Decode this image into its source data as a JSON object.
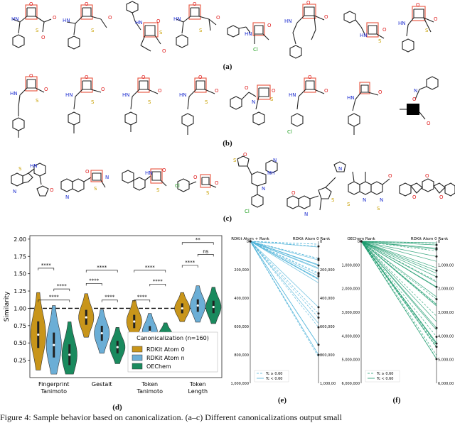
{
  "panel_labels": {
    "a": "(a)",
    "b": "(b)",
    "c": "(c)",
    "d": "(d)",
    "e": "(e)",
    "f": "(f)"
  },
  "violin": {
    "ylabel": "Similarity",
    "yticks": [
      "0.25",
      "0.50",
      "0.75",
      "1.00",
      "1.25",
      "1.50",
      "1.75",
      "2.00"
    ],
    "categories": [
      "Fingerprint\nTanimoto",
      "Gestalt",
      "Token\nTanimoto",
      "Token\nLength"
    ],
    "legend_title": "Canonicalization (n=160)",
    "legend_items": [
      "RDKit Atom 0",
      "RDKit Atom n",
      "OEChem"
    ],
    "sig_labels": [
      "****",
      "****",
      "****",
      "****",
      "****",
      "****",
      "****",
      "****",
      "****",
      "**",
      "ns",
      "****"
    ]
  },
  "chart_data": {
    "type": "violin",
    "ylabel": "Similarity",
    "ylim": [
      0.0,
      2.05
    ],
    "categories": [
      "Fingerprint Tanimoto",
      "Gestalt",
      "Token Tanimoto",
      "Token Length"
    ],
    "series": [
      {
        "name": "RDKit Atom 0",
        "color": "#c8951a",
        "medians": [
          0.62,
          0.87,
          0.81,
          1.0
        ]
      },
      {
        "name": "RDKit Atom n",
        "color": "#6baed6",
        "medians": [
          0.47,
          0.64,
          0.66,
          1.04
        ]
      },
      {
        "name": "OEChem",
        "color": "#1a8a5e",
        "medians": [
          0.33,
          0.44,
          0.6,
          1.02
        ]
      }
    ],
    "reference_line": 1.0,
    "legend_title": "Canonicalization (n=160)"
  },
  "rank_e": {
    "left_title": "RDKit Atom + Rank",
    "right_title": "RDKit Atom 0 Rank",
    "left_ticks": [
      "0",
      "200,000",
      "400,000",
      "600,000",
      "800,000",
      "1,000,000"
    ],
    "right_ticks": [
      "0",
      "200,000",
      "400,000",
      "600,000",
      "800,000",
      "1,000,000"
    ],
    "legend": [
      "Tc ≥ 0.60",
      "Tc < 0.60"
    ]
  },
  "rank_f": {
    "left_title": "OEChem Rank",
    "right_title": "RDKit Atom 0 Rank",
    "left_ticks": [
      "0",
      "1,000,000",
      "2,000,000",
      "3,000,000",
      "4,000,000",
      "5,000,000",
      "6,000,000"
    ],
    "right_ticks": [
      "0",
      "1,000,000",
      "2,000,000",
      "3,000,000",
      "4,000,000",
      "5,000,000",
      "6,000,000"
    ],
    "legend": [
      "Tc ≥ 0.60",
      "Tc < 0.60"
    ]
  },
  "caption": "Figure 4: Sample behavior based on canonicalization. (a–c) Different canonicalizations output small"
}
